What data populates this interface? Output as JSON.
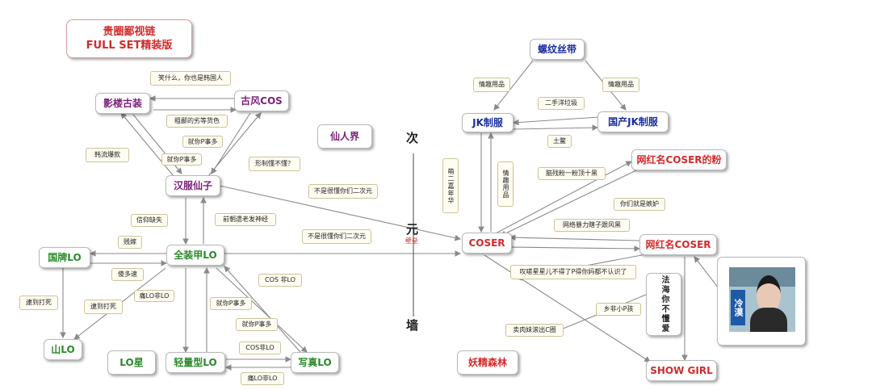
{
  "colors": {
    "red": "#d42a2a",
    "purple": "#7a1f7a",
    "green": "#2a8a2a",
    "blue": "#1a2fa0",
    "edge": "#8a8a8a"
  },
  "title": {
    "line1": "贵圈鄙视链",
    "line2": "FULL SET精装版"
  },
  "nodes": {
    "yinglou": "影楼古装",
    "gufeng": "古风COS",
    "xianrenjie": "仙人界",
    "hanfu": "汉服仙子",
    "guopai": "国牌LO",
    "quanzhuang": "全装甲LO",
    "shanlo": "山LO",
    "lostar": "LO星",
    "qingliang": "轻量型LO",
    "xiezhen": "写真LO",
    "luowen": "螺纹丝带",
    "jk": "JK制服",
    "guochanjk": "国产JK制服",
    "wanghongfen": "网红名COSER的粉",
    "coser": "COSER",
    "wanghong": "网红名COSER",
    "yaojing": "妖精森林",
    "showgirl": "SHOW GIRL",
    "fahai": "法海你不懂爱"
  },
  "wall": {
    "ci": "次",
    "yuan": "元",
    "qiang": "墙",
    "mark": "壁垒"
  },
  "photo_text": "冷漠",
  "edge_labels": {
    "xiao": "笑什么，你也是韩国人",
    "culie": "粗鄙的劣等货色",
    "jiuni1": "就你P事多",
    "jiuni2": "就你P事多",
    "xingzhi": "形制懂不懂？",
    "hanliu": "韩流爆款",
    "bushi1": "不是很懂你们二次元",
    "bushi2": "不是很懂你们二次元",
    "xinyang": "信仰缺失",
    "qiancao": "前朝遗老发神经",
    "jianmu": "贱嫁",
    "shaduo": "傻多速",
    "daodao1": "逮到打死",
    "daodao2": "逮到打死",
    "tonglo": "痛LO非LO",
    "cosfei": "COS 非LO",
    "jiuni3": "就你P事多",
    "jiuni4": "就你P事多",
    "cosfei2": "COS非LO",
    "tonglo2": "痛LO非LO",
    "qingqu1": "情趣用品",
    "qingqu2": "情趣用品",
    "ershou": "二手洋垃圾",
    "tubie": "土鳖",
    "naocan": "脑残粉一粉顶十黑",
    "nimen": "你们就是嫉妒",
    "wangluo": "网络暴力瞎子跟风黑",
    "kouhai": "叹嗟星星儿不得了P得你妈都不认识了",
    "xiangfei": "乡非小P孩",
    "maiRou": "卖肉妹滚出C圈",
    "meng": "萌二嘉年华",
    "qingqu3": "情趣用品"
  }
}
